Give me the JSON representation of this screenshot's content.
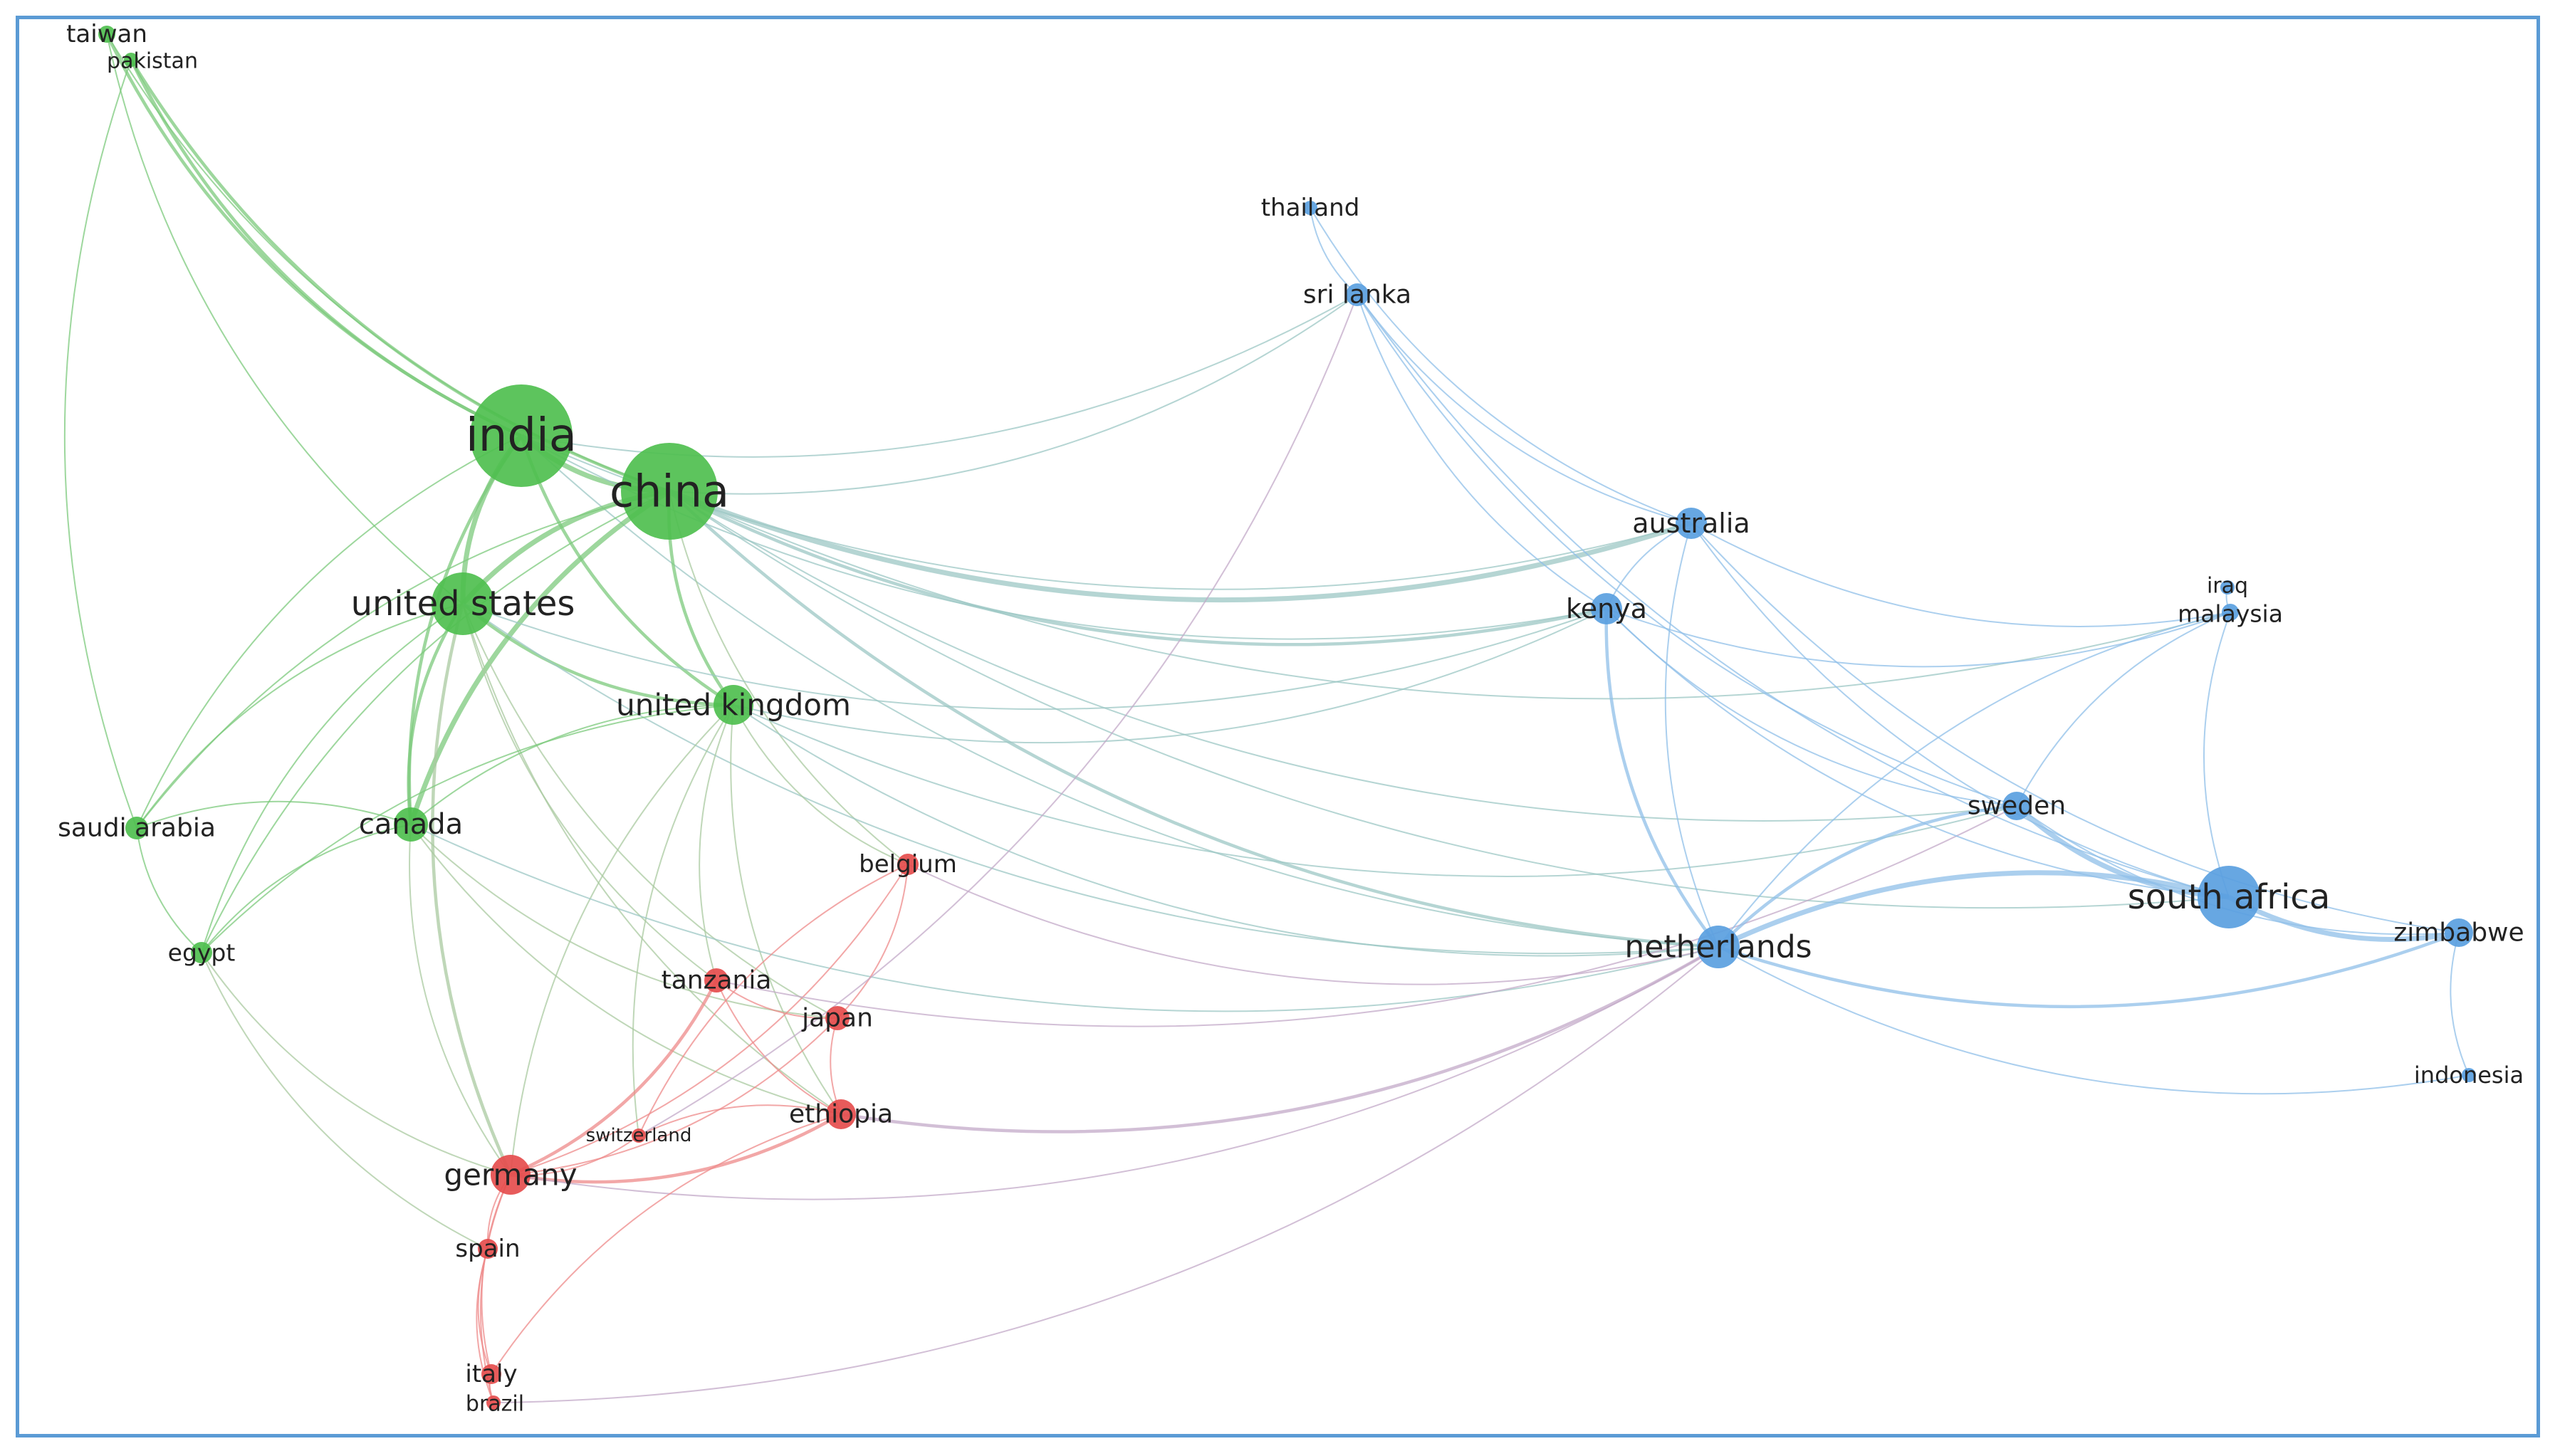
{
  "network": {
    "type": "co-authorship-country-network",
    "clusters": [
      {
        "id": "green",
        "color": "#4fbf4f",
        "link_color": "#7cc97c"
      },
      {
        "id": "red",
        "color": "#e54d4d",
        "link_color": "#ee8a8a"
      },
      {
        "id": "blue",
        "color": "#5a9fe0",
        "link_color": "#8fbfe8"
      }
    ],
    "nodes": [
      {
        "id": "taiwan",
        "label": "taiwan",
        "cluster": "green",
        "weight": 1
      },
      {
        "id": "pakistan",
        "label": "pakistan",
        "cluster": "green",
        "weight": 1
      },
      {
        "id": "india",
        "label": "india",
        "cluster": "green",
        "weight": 10
      },
      {
        "id": "china",
        "label": "china",
        "cluster": "green",
        "weight": 10
      },
      {
        "id": "united-states",
        "label": "united states",
        "cluster": "green",
        "weight": 6
      },
      {
        "id": "united-kingdom",
        "label": "united kingdom",
        "cluster": "green",
        "weight": 4
      },
      {
        "id": "saudi-arabia",
        "label": "saudi arabia",
        "cluster": "green",
        "weight": 2
      },
      {
        "id": "canada",
        "label": "canada",
        "cluster": "green",
        "weight": 3
      },
      {
        "id": "egypt",
        "label": "egypt",
        "cluster": "green",
        "weight": 2
      },
      {
        "id": "belgium",
        "label": "belgium",
        "cluster": "red",
        "weight": 2
      },
      {
        "id": "tanzania",
        "label": "tanzania",
        "cluster": "red",
        "weight": 2
      },
      {
        "id": "japan",
        "label": "japan",
        "cluster": "red",
        "weight": 2
      },
      {
        "id": "ethiopia",
        "label": "ethiopia",
        "cluster": "red",
        "weight": 3
      },
      {
        "id": "switzerland",
        "label": "switzerland",
        "cluster": "red",
        "weight": 1
      },
      {
        "id": "germany",
        "label": "germany",
        "cluster": "red",
        "weight": 4
      },
      {
        "id": "spain",
        "label": "spain",
        "cluster": "red",
        "weight": 2
      },
      {
        "id": "italy",
        "label": "italy",
        "cluster": "red",
        "weight": 2
      },
      {
        "id": "brazil",
        "label": "brazil",
        "cluster": "red",
        "weight": 1
      },
      {
        "id": "thailand",
        "label": "thailand",
        "cluster": "blue",
        "weight": 1
      },
      {
        "id": "sri-lanka",
        "label": "sri lanka",
        "cluster": "blue",
        "weight": 2
      },
      {
        "id": "australia",
        "label": "australia",
        "cluster": "blue",
        "weight": 3
      },
      {
        "id": "kenya",
        "label": "kenya",
        "cluster": "blue",
        "weight": 3
      },
      {
        "id": "iraq",
        "label": "iraq",
        "cluster": "blue",
        "weight": 1
      },
      {
        "id": "malaysia",
        "label": "malaysia",
        "cluster": "blue",
        "weight": 1
      },
      {
        "id": "sweden",
        "label": "sweden",
        "cluster": "blue",
        "weight": 3
      },
      {
        "id": "south-africa",
        "label": "south africa",
        "cluster": "blue",
        "weight": 7
      },
      {
        "id": "netherlands",
        "label": "netherlands",
        "cluster": "blue",
        "weight": 5
      },
      {
        "id": "zimbabwe",
        "label": "zimbabwe",
        "cluster": "blue",
        "weight": 2
      },
      {
        "id": "indonesia",
        "label": "indonesia",
        "cluster": "blue",
        "weight": 1
      }
    ],
    "links": [
      [
        "taiwan",
        "india",
        2
      ],
      [
        "taiwan",
        "china",
        1
      ],
      [
        "taiwan",
        "united-states",
        1
      ],
      [
        "pakistan",
        "india",
        2
      ],
      [
        "pakistan",
        "china",
        2
      ],
      [
        "pakistan",
        "saudi-arabia",
        1
      ],
      [
        "india",
        "china",
        3
      ],
      [
        "india",
        "united-states",
        3
      ],
      [
        "india",
        "united-kingdom",
        2
      ],
      [
        "india",
        "canada",
        2
      ],
      [
        "india",
        "australia",
        1
      ],
      [
        "india",
        "kenya",
        1
      ],
      [
        "india",
        "netherlands",
        1
      ],
      [
        "india",
        "sri-lanka",
        1
      ],
      [
        "india",
        "saudi-arabia",
        1
      ],
      [
        "china",
        "united-states",
        3
      ],
      [
        "china",
        "united-kingdom",
        2
      ],
      [
        "china",
        "canada",
        3
      ],
      [
        "china",
        "australia",
        3
      ],
      [
        "china",
        "kenya",
        2
      ],
      [
        "china",
        "netherlands",
        2
      ],
      [
        "china",
        "sweden",
        1
      ],
      [
        "china",
        "malaysia",
        1
      ],
      [
        "china",
        "saudi-arabia",
        1
      ],
      [
        "china",
        "egypt",
        1
      ],
      [
        "china",
        "belgium",
        1
      ],
      [
        "china",
        "sri-lanka",
        1
      ],
      [
        "china",
        "south-africa",
        1
      ],
      [
        "united-states",
        "united-kingdom",
        2
      ],
      [
        "united-states",
        "canada",
        2
      ],
      [
        "united-states",
        "germany",
        2
      ],
      [
        "united-states",
        "tanzania",
        1
      ],
      [
        "united-states",
        "ethiopia",
        1
      ],
      [
        "united-states",
        "saudi-arabia",
        1
      ],
      [
        "united-states",
        "egypt",
        1
      ],
      [
        "united-states",
        "kenya",
        1
      ],
      [
        "united-states",
        "netherlands",
        1
      ],
      [
        "united-states",
        "japan",
        1
      ],
      [
        "united-kingdom",
        "canada",
        1
      ],
      [
        "united-kingdom",
        "germany",
        1
      ],
      [
        "united-kingdom",
        "switzerland",
        1
      ],
      [
        "united-kingdom",
        "ethiopia",
        1
      ],
      [
        "united-kingdom",
        "netherlands",
        1
      ],
      [
        "united-kingdom",
        "belgium",
        1
      ],
      [
        "united-kingdom",
        "sweden",
        1
      ],
      [
        "united-kingdom",
        "kenya",
        1
      ],
      [
        "united-kingdom",
        "tanzania",
        1
      ],
      [
        "united-kingdom",
        "egypt",
        1
      ],
      [
        "canada",
        "saudi-arabia",
        1
      ],
      [
        "canada",
        "egypt",
        1
      ],
      [
        "canada",
        "germany",
        1
      ],
      [
        "canada",
        "ethiopia",
        1
      ],
      [
        "canada",
        "netherlands",
        1
      ],
      [
        "canada",
        "japan",
        1
      ],
      [
        "saudi-arabia",
        "egypt",
        1
      ],
      [
        "egypt",
        "germany",
        1
      ],
      [
        "egypt",
        "spain",
        1
      ],
      [
        "germany",
        "tanzania",
        2
      ],
      [
        "germany",
        "japan",
        1
      ],
      [
        "germany",
        "ethiopia",
        2
      ],
      [
        "germany",
        "switzerland",
        1
      ],
      [
        "germany",
        "spain",
        1
      ],
      [
        "germany",
        "italy",
        1
      ],
      [
        "germany",
        "belgium",
        1
      ],
      [
        "germany",
        "netherlands",
        1
      ],
      [
        "germany",
        "brazil",
        1
      ],
      [
        "tanzania",
        "japan",
        1
      ],
      [
        "tanzania",
        "ethiopia",
        1
      ],
      [
        "japan",
        "ethiopia",
        1
      ],
      [
        "japan",
        "belgium",
        1
      ],
      [
        "ethiopia",
        "netherlands",
        2
      ],
      [
        "ethiopia",
        "switzerland",
        1
      ],
      [
        "ethiopia",
        "italy",
        1
      ],
      [
        "belgium",
        "netherlands",
        1
      ],
      [
        "belgium",
        "switzerland",
        1
      ],
      [
        "spain",
        "italy",
        1
      ],
      [
        "spain",
        "brazil",
        1
      ],
      [
        "italy",
        "brazil",
        1
      ],
      [
        "brazil",
        "netherlands",
        1
      ],
      [
        "tanzania",
        "sweden",
        1
      ],
      [
        "switzerland",
        "sri-lanka",
        1
      ],
      [
        "thailand",
        "sri-lanka",
        1
      ],
      [
        "thailand",
        "australia",
        1
      ],
      [
        "sri-lanka",
        "australia",
        1
      ],
      [
        "sri-lanka",
        "kenya",
        1
      ],
      [
        "sri-lanka",
        "sweden",
        1
      ],
      [
        "sri-lanka",
        "south-africa",
        1
      ],
      [
        "australia",
        "kenya",
        1
      ],
      [
        "australia",
        "malaysia",
        1
      ],
      [
        "australia",
        "south-africa",
        1
      ],
      [
        "australia",
        "netherlands",
        1
      ],
      [
        "australia",
        "zimbabwe",
        1
      ],
      [
        "kenya",
        "netherlands",
        2
      ],
      [
        "kenya",
        "sweden",
        1
      ],
      [
        "kenya",
        "malaysia",
        1
      ],
      [
        "kenya",
        "south-africa",
        1
      ],
      [
        "iraq",
        "malaysia",
        1
      ],
      [
        "malaysia",
        "sweden",
        1
      ],
      [
        "malaysia",
        "south-africa",
        1
      ],
      [
        "malaysia",
        "netherlands",
        1
      ],
      [
        "sweden",
        "netherlands",
        2
      ],
      [
        "sweden",
        "south-africa",
        3
      ],
      [
        "sweden",
        "zimbabwe",
        1
      ],
      [
        "south-africa",
        "netherlands",
        3
      ],
      [
        "south-africa",
        "zimbabwe",
        3
      ],
      [
        "netherlands",
        "zimbabwe",
        2
      ],
      [
        "netherlands",
        "indonesia",
        1
      ],
      [
        "zimbabwe",
        "indonesia",
        1
      ]
    ]
  }
}
